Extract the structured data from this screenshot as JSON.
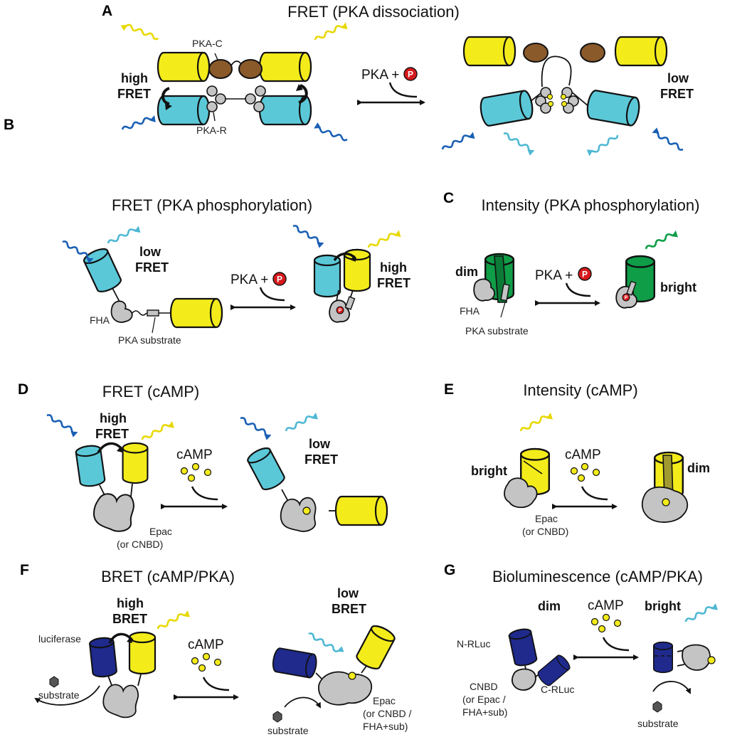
{
  "colors": {
    "cyan": "#5bc8d8",
    "yellow": "#f4ec1a",
    "brown": "#8b5a2b",
    "gray": "#c4c4c4",
    "green": "#0f9d48",
    "navy": "#1f2a8c",
    "blue_light": "#1a5fb4",
    "cyan_light": "#4fb8d4",
    "phospho_red": "#d7191c"
  },
  "panels": {
    "A": {
      "letter": "A",
      "title": "FRET (PKA dissociation)",
      "state_left": [
        "high",
        "FRET"
      ],
      "state_right": [
        "low",
        "FRET"
      ],
      "label_c": "PKA-C",
      "label_r": "PKA-R",
      "arrow_label": "PKA +",
      "p": "P"
    },
    "B": {
      "letter": "B",
      "title": "FRET (PKA phosphorylation)",
      "state_left": [
        "low",
        "FRET"
      ],
      "state_right": [
        "high",
        "FRET"
      ],
      "label_fha": "FHA",
      "label_sub": "PKA substrate",
      "arrow_label": "PKA +",
      "p": "P"
    },
    "C": {
      "letter": "C",
      "title": "Intensity (PKA phosphorylation)",
      "state_left": "dim",
      "state_right": "bright",
      "label_fha": "FHA",
      "label_sub": "PKA substrate",
      "arrow_label": "PKA +",
      "p": "P"
    },
    "D": {
      "letter": "D",
      "title": "FRET (cAMP)",
      "state_left": [
        "high",
        "FRET"
      ],
      "state_right": [
        "low",
        "FRET"
      ],
      "arrow_label": "cAMP",
      "label_epac": [
        "Epac",
        "(or CNBD)"
      ]
    },
    "E": {
      "letter": "E",
      "title": "Intensity (cAMP)",
      "state_left": "bright",
      "state_right": "dim",
      "arrow_label": "cAMP",
      "label_epac": [
        "Epac",
        "(or CNBD)"
      ]
    },
    "F": {
      "letter": "F",
      "title": "BRET (cAMP/PKA)",
      "state_left": [
        "high",
        "BRET"
      ],
      "state_right": [
        "low",
        "BRET"
      ],
      "arrow_label": "cAMP",
      "label_luc": "luciferase",
      "label_sub": "substrate",
      "label_epac": [
        "Epac",
        "(or CNBD /",
        "FHA+sub)"
      ]
    },
    "G": {
      "letter": "G",
      "title": "Bioluminescence (cAMP/PKA)",
      "state_left": "dim",
      "state_right": "bright",
      "arrow_label": "cAMP",
      "label_n": "N-RLuc",
      "label_c": "C-RLuc",
      "label_cnbd": [
        "CNBD",
        "(or Epac /",
        "FHA+sub)"
      ],
      "label_sub": "substrate"
    }
  }
}
